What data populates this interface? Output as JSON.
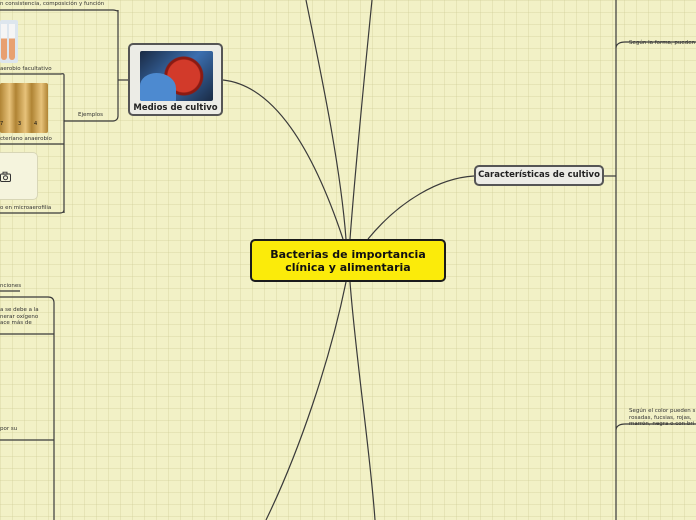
{
  "central": {
    "title": "Bacterias de importancia clínica y alimentaria"
  },
  "topics": {
    "caracteristicas": "Características de cultivo",
    "medios": "Medios de cultivo"
  },
  "left_labels": {
    "consistencia": "n consistencia, composición y función",
    "aerobio": "aerobio facultativo",
    "ejemplos": "Ejemplos",
    "anaerobio": "cteriano anaerobio",
    "microaerofilia": "o en microaerofilia",
    "funciones": "nciones",
    "oxigeno": "a se debe a la\nnerar oxígeno\nace más de",
    "por_su": "por su"
  },
  "right_labels": {
    "forma": "Según la forma, pueden",
    "color": "Según el color pueden s\nrosadas, fucsias, rojas, \nmarrón, negra o con bri"
  },
  "thumb_numbers": [
    "7",
    "3",
    "4"
  ],
  "icons": {
    "camera": "camera-icon",
    "medios_photo": "petri-dish-photo"
  },
  "colors": {
    "central_fill": "#fbeb0a",
    "background": "#f2f1c6",
    "branch_line": "#3a3a3a"
  }
}
